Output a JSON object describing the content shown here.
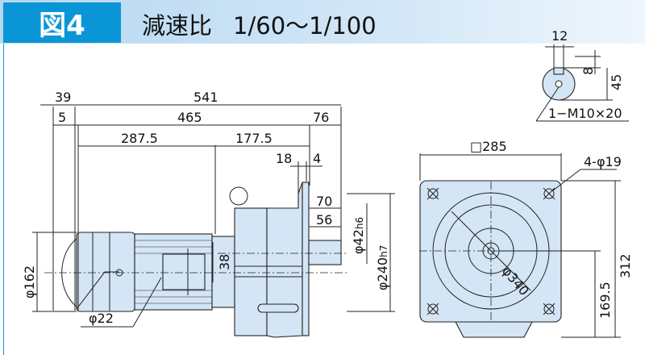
{
  "header": {
    "figure_label": "図4",
    "ratio_label": "減速比",
    "ratio_range": "1/60～1/100"
  },
  "colors": {
    "accent": "#0a96d6",
    "body_fill": "#d4e5f5"
  },
  "side_view": {
    "dims": {
      "d39": "39",
      "d541": "541",
      "d5": "5",
      "d465": "465",
      "d76": "76",
      "d287_5": "287.5",
      "d177_5": "177.5",
      "d18": "18",
      "d4": "4",
      "d70": "70",
      "d56": "56",
      "d38": "38"
    },
    "dia_162": "φ162",
    "dia_22": "φ22",
    "dia_42": "φ42",
    "tol_42": "h6",
    "dia_240": "φ240",
    "tol_240": "h7"
  },
  "front_view": {
    "square": "□285",
    "holes": "4-φ19",
    "pcd": "φ340",
    "h312": "312",
    "h169_5": "169.5"
  },
  "shaft_detail": {
    "d12": "12",
    "d8": "8",
    "d45": "45",
    "tap": "1−M10×20"
  }
}
